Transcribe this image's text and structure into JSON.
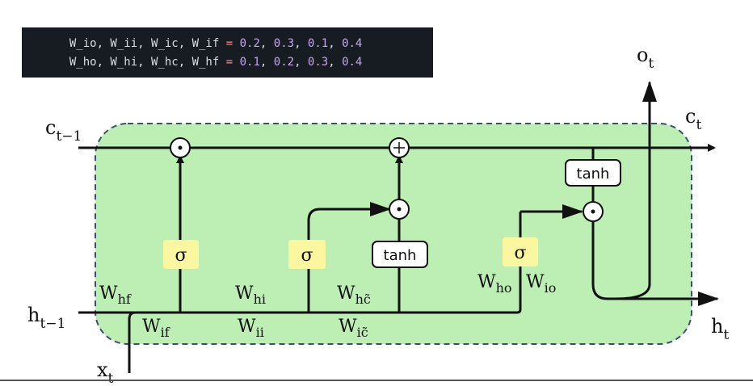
{
  "code": {
    "line1": {
      "names": "W_io, W_ii, W_ic, W_if",
      "eq": "=",
      "values": [
        "0.2",
        "0.3",
        "0.1",
        "0.4"
      ]
    },
    "line2": {
      "names": "W_ho, W_hi, W_hc, W_hf",
      "eq": "=",
      "values": [
        "0.1",
        "0.2",
        "0.3",
        "0.4"
      ]
    }
  },
  "diagram": {
    "cell_fill": "#bdeeb4",
    "cell_border": "#3b4f6e",
    "sigma_fill": "#fbf6a0",
    "inputs": {
      "c_prev": {
        "base": "c",
        "sub": "t−1"
      },
      "h_prev": {
        "base": "h",
        "sub": "t−1"
      },
      "x": {
        "base": "x",
        "sub": "t"
      }
    },
    "outputs": {
      "c": {
        "base": "c",
        "sub": "t"
      },
      "h": {
        "base": "h",
        "sub": "t"
      },
      "o": {
        "base": "o",
        "sub": "t"
      }
    },
    "sigma_label": "σ",
    "tanh_label": "tanh",
    "weights": {
      "hf": {
        "base": "W",
        "sub": "hf"
      },
      "if": {
        "base": "W",
        "sub": "if"
      },
      "hi": {
        "base": "W",
        "sub": "hi"
      },
      "ii": {
        "base": "W",
        "sub": "ii"
      },
      "hc": {
        "base": "W",
        "sub": "hc̃"
      },
      "ic": {
        "base": "W",
        "sub": "ic̃"
      },
      "ho": {
        "base": "W",
        "sub": "ho"
      },
      "io": {
        "base": "W",
        "sub": "io"
      }
    },
    "operators": {
      "mul": "·",
      "add": "+"
    }
  }
}
